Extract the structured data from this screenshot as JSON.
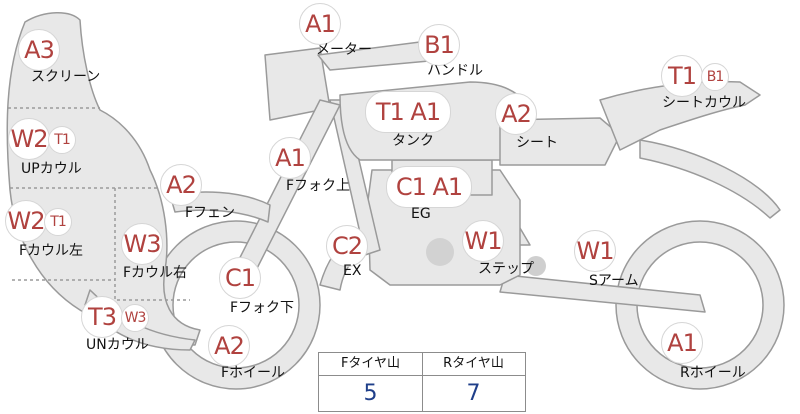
{
  "parts": [
    {
      "id": "a3-screen",
      "grade": "A3",
      "sub": "",
      "label": "スクリーン"
    },
    {
      "id": "meter",
      "grade": "A1",
      "sub": "",
      "label": "メーター"
    },
    {
      "id": "handle",
      "grade": "B1",
      "sub": "",
      "label": "ハンドル"
    },
    {
      "id": "seatcowl",
      "grade": "T1",
      "sub": "B1",
      "label": "シートカウル"
    },
    {
      "id": "upcowl",
      "grade": "W2",
      "sub": "T1",
      "label": "UPカウル"
    },
    {
      "id": "tank",
      "grade": "T1 A1",
      "sub": "",
      "label": "タンク"
    },
    {
      "id": "seat",
      "grade": "A2",
      "sub": "",
      "label": "シート"
    },
    {
      "id": "ffork-up",
      "grade": "A1",
      "sub": "",
      "label": "Fフォク上"
    },
    {
      "id": "ffender",
      "grade": "A2",
      "sub": "",
      "label": "Fフェン"
    },
    {
      "id": "eg",
      "grade": "C1 A1",
      "sub": "",
      "label": "EG"
    },
    {
      "id": "fcowl-left",
      "grade": "W2",
      "sub": "T1",
      "label": "Fカウル左"
    },
    {
      "id": "fcowl-right",
      "grade": "W3",
      "sub": "",
      "label": "Fカウル右"
    },
    {
      "id": "ex",
      "grade": "C2",
      "sub": "",
      "label": "EX"
    },
    {
      "id": "step",
      "grade": "W1",
      "sub": "",
      "label": "ステップ"
    },
    {
      "id": "sarm",
      "grade": "W1",
      "sub": "",
      "label": "Sアーム"
    },
    {
      "id": "ffork-down",
      "grade": "C1",
      "sub": "",
      "label": "Fフォク下"
    },
    {
      "id": "uncowl",
      "grade": "T3",
      "sub": "W3",
      "label": "UNカウル"
    },
    {
      "id": "fwheel",
      "grade": "A2",
      "sub": "",
      "label": "Fホイール"
    },
    {
      "id": "rwheel",
      "grade": "A1",
      "sub": "",
      "label": "Rホイール"
    }
  ],
  "tire_table": {
    "front_header": "Fタイヤ山",
    "rear_header": "Rタイヤ山",
    "front_value": "5",
    "rear_value": "7"
  },
  "colors": {
    "body_fill": "#e8e8e8",
    "outline": "#9a9a9a",
    "grade_text": "#b0423f",
    "table_value": "#1f3f8a"
  }
}
